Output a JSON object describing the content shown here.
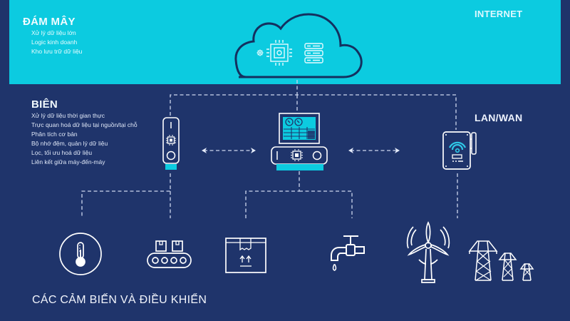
{
  "cloud": {
    "title": "ĐÁM MÂY",
    "items": [
      "Xử lý dữ liệu lớn",
      "Logic kinh doanh",
      "Kho lưu trữ dữ liệu"
    ],
    "band_label": "INTERNET"
  },
  "edge": {
    "title": "BIÊN",
    "items": [
      "Xử lý dữ liệu thời gian thực",
      "Trực quan hoá dữ liệu tại nguồn/tại chỗ",
      "Phân tích cơ bản",
      "Bộ nhớ đệm, quản lý dữ liệu",
      "Lọc, tối ưu hoá dữ liệu",
      "Liên kết giữa máy-đến-máy"
    ],
    "network_label": "LAN/WAN"
  },
  "devices": {
    "label": "CÁC CẢM BIẾN VÀ ĐIỀU KHIỂN",
    "icons": [
      "thermometer-icon",
      "conveyor-belt-icon",
      "package-box-icon",
      "water-faucet-icon",
      "wind-turbine-icon",
      "power-pylon-icon"
    ]
  },
  "colors": {
    "background": "#1f346b",
    "cyan": "#0ccbe0",
    "line": "#ffffff"
  }
}
